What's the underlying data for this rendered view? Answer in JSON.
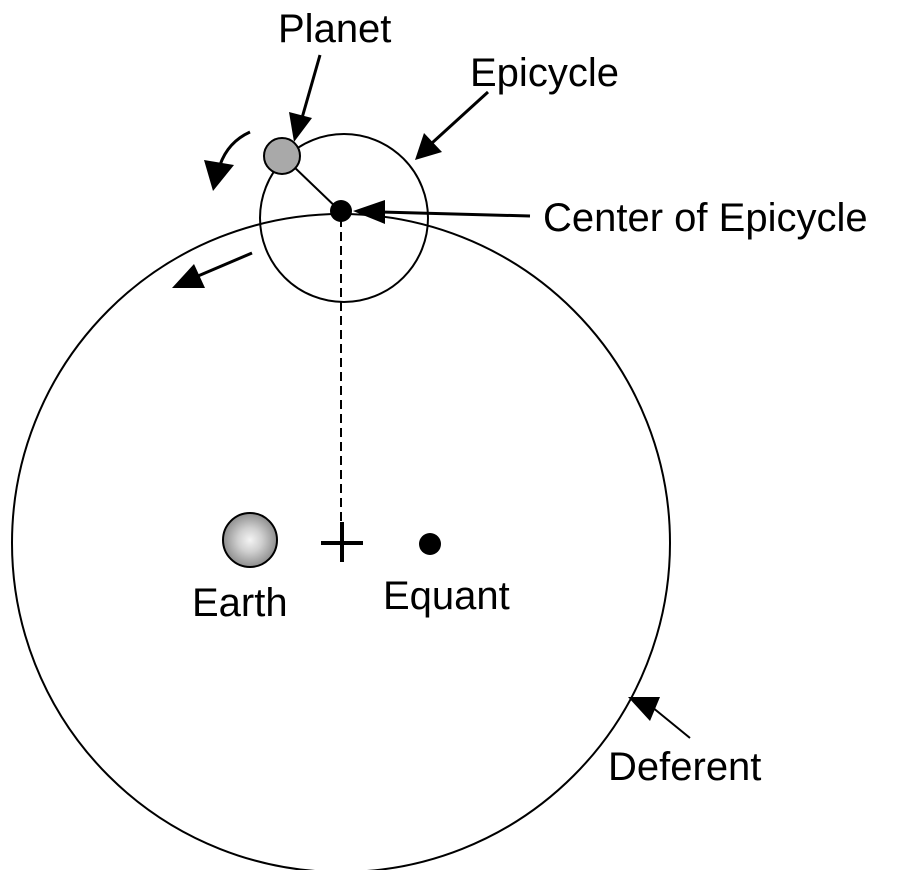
{
  "labels": {
    "planet": "Planet",
    "epicycle": "Epicycle",
    "center_of_epicycle": "Center of Epicycle",
    "earth": "Earth",
    "equant": "Equant",
    "deferent": "Deferent"
  },
  "colors": {
    "line": "#000000",
    "planet_fill": "#a9a9a9",
    "earth_fill": "#b8b8b8",
    "earth_highlight": "#f4f4f4",
    "background": "#ffffff"
  },
  "icons": {
    "center_of_deferent": "plus-icon"
  }
}
